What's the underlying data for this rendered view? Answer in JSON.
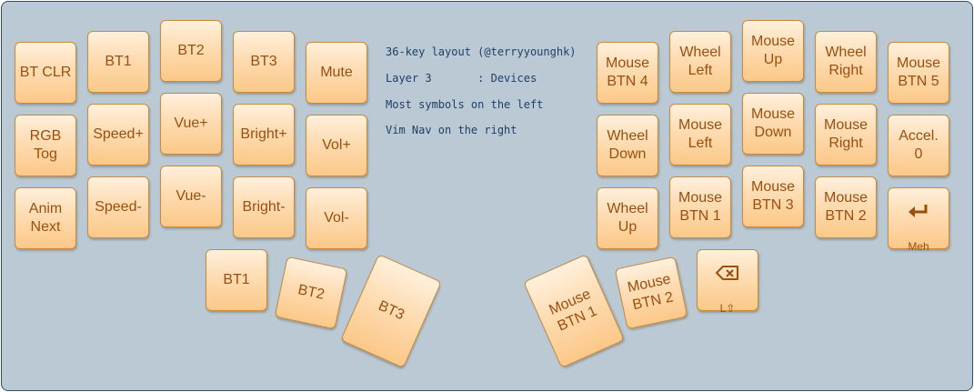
{
  "notes": [
    "36-key layout (@terryyounghk)",
    "Layer 3       : Devices",
    "Most symbols on the left",
    "Vim Nav on the right"
  ],
  "left": {
    "row1": [
      "BT CLR",
      "BT1",
      "BT2",
      "BT3",
      "Mute"
    ],
    "row2": [
      "RGB\nTog",
      "Speed+",
      "Vue+",
      "Bright+",
      "Vol+"
    ],
    "row3": [
      "Anim\nNext",
      "Speed-",
      "Vue-",
      "Bright-",
      "Vol-"
    ],
    "thumbs": [
      "BT1",
      "BT2",
      "BT3"
    ]
  },
  "right": {
    "row1": [
      "Mouse\nBTN 4",
      "Wheel\nLeft",
      "Mouse\nUp",
      "Wheel\nRight",
      "Mouse\nBTN 5"
    ],
    "row2": [
      "Wheel\nDown",
      "Mouse\nLeft",
      "Mouse\nDown",
      "Mouse\nRight",
      "Accel.\n0"
    ],
    "row3": [
      "Wheel\nUp",
      "Mouse\nBTN 1",
      "Mouse\nBTN 3",
      "Mouse\nBTN 2",
      ""
    ],
    "row3_last_glyph": "enter-icon",
    "row3_last_sub": "Meh",
    "thumbs": [
      "Mouse\nBTN 1",
      "Mouse\nBTN 2",
      ""
    ],
    "thumb3_glyph": "backspace-icon",
    "thumb3_sub": "L⇧"
  }
}
